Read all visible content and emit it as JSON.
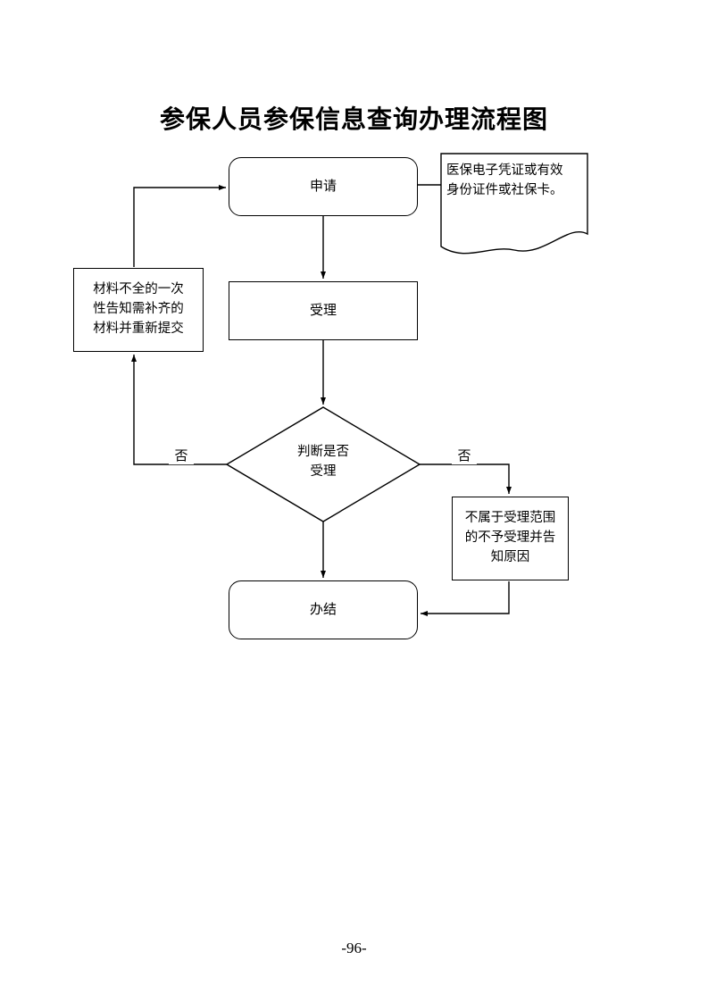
{
  "page": {
    "title": "参保人员参保信息查询办理流程图",
    "page_number": "-96-"
  },
  "flowchart": {
    "nodes": {
      "apply": {
        "label": "申请"
      },
      "accept": {
        "label": "受理"
      },
      "decision": {
        "label": "判断是否\n受理"
      },
      "done": {
        "label": "办结"
      },
      "incomplete_notice": {
        "label": "材料不全的一次\n性告知需补齐的\n材料并重新提交"
      },
      "reject_notice": {
        "label": "不属于受理范围\n的不予受理并告\n知原因"
      },
      "document_note": {
        "label": "医保电子凭证或有效\n身份证件或社保卡。"
      }
    },
    "labels": {
      "no_left": "否",
      "no_right": "否"
    },
    "colors": {
      "line": "#000000",
      "text": "#000000",
      "background": "#ffffff"
    }
  }
}
